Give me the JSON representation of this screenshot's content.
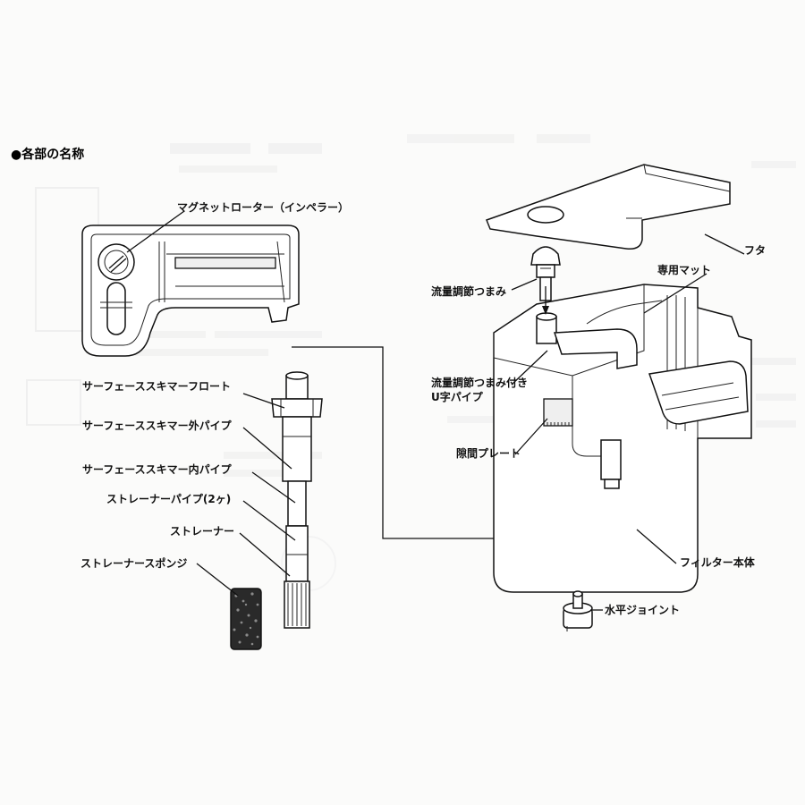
{
  "section_title": "●各部の名称",
  "labels": {
    "magnet_rotor": "マグネットローター（インペラー）",
    "surface_skimmer_float": "サーフェーススキマーフロート",
    "surface_skimmer_outer_pipe": "サーフェーススキマー外パイプ",
    "surface_skimmer_inner_pipe": "サーフェーススキマー内パイプ",
    "strainer_pipe": "ストレーナーパイプ(2ヶ)",
    "strainer": "ストレーナー",
    "strainer_sponge": "ストレーナースポンジ",
    "lid": "フタ",
    "dedicated_mat": "専用マット",
    "flow_knob": "流量調節つまみ",
    "flow_knob_upipe_line1": "流量調節つまみ付き",
    "flow_knob_upipe_line2": "U字パイプ",
    "gap_plate": "隙間プレート",
    "filter_body": "フィルター本体",
    "level_joint": "水平ジョイント"
  }
}
